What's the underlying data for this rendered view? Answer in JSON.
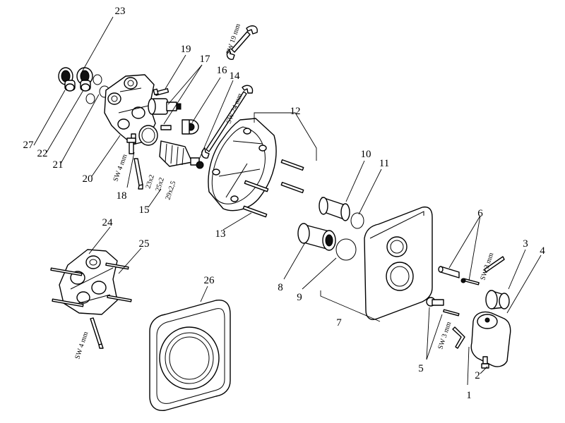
{
  "callouts": [
    "1",
    "2",
    "3",
    "4",
    "5",
    "6",
    "7",
    "8",
    "9",
    "10",
    "11",
    "12",
    "13",
    "14",
    "15",
    "16",
    "17",
    "18",
    "19",
    "20",
    "21",
    "22",
    "23",
    "24",
    "25",
    "26",
    "27"
  ],
  "tool_labels": {
    "sw19": "SW 19 mm",
    "sw24": "SW 24 mm",
    "sw4_top": "SW 4 mm",
    "sw4_bottom": "SW 4 mm",
    "sw3_right": "SW 3 mm",
    "sw3_mid": "SW 3 mm"
  },
  "dimension_labels": [
    "23x2",
    "25x2",
    "29x2,5"
  ]
}
